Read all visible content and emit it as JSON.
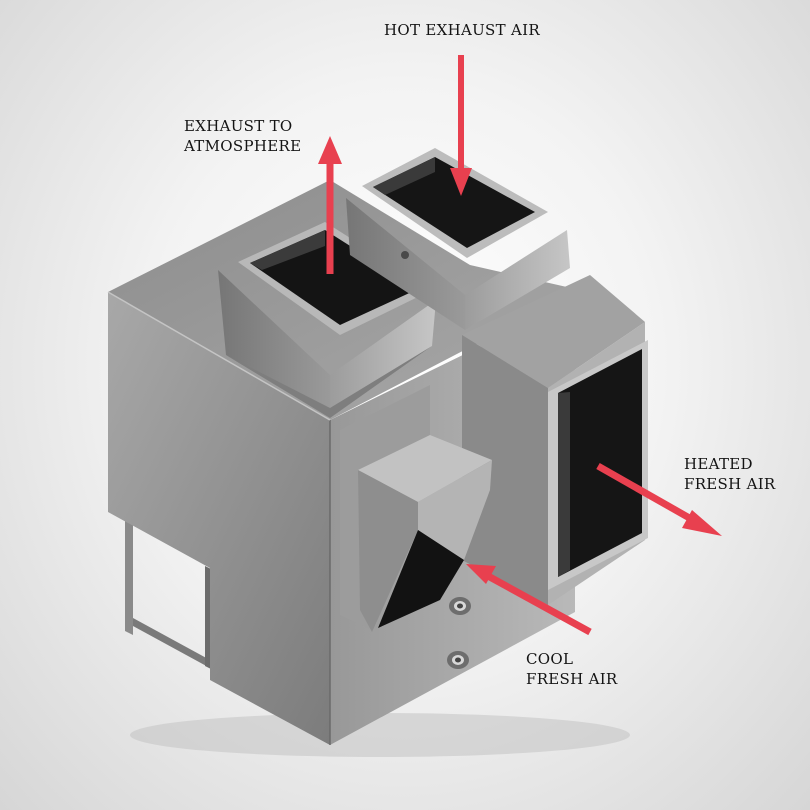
{
  "labels": {
    "hot_exhaust": "HOT EXHAUST AIR",
    "exhaust_line1": "EXHAUST TO",
    "exhaust_line2": "ATMOSPHERE",
    "heated_line1": "HEATED",
    "heated_line2": "FRESH AIR",
    "cool_line1": "COOL",
    "cool_line2": "FRESH AIR"
  },
  "colors": {
    "arrow": "#e8404f",
    "metal_light": "#b4b4b4",
    "metal_mid": "#8e8e8e",
    "metal_dark": "#5e5e5e",
    "cavity": "#141414"
  }
}
